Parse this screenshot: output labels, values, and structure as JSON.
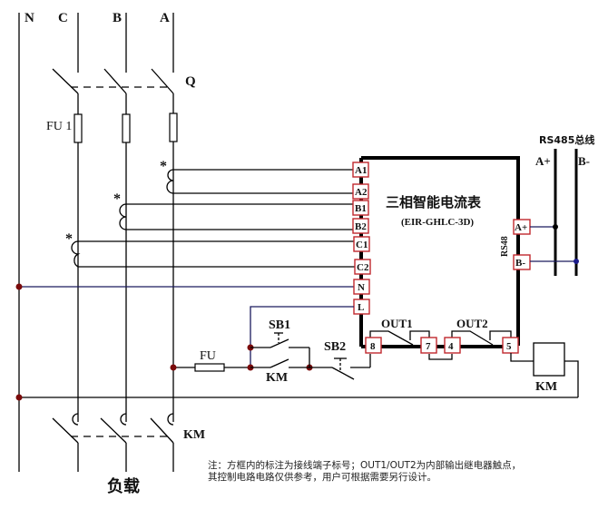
{
  "diagram": {
    "title": "三相智能电流表",
    "model": "(EIR-GHLC-3D)",
    "phases": [
      "N",
      "C",
      "B",
      "A"
    ],
    "breaker_label": "Q",
    "fuse_label_main": "FU 1",
    "fuse_label_ctrl": "FU",
    "ct_marker": "*",
    "meter_terminals": [
      "A1",
      "A2",
      "B1",
      "B2",
      "C1",
      "C2",
      "N",
      "L"
    ],
    "comm_label": "RS48",
    "comm_terminals": [
      "A+",
      "B-"
    ],
    "bus_title": "RS485总线",
    "bus_lines": [
      "A+",
      "B-"
    ],
    "output_terminals": [
      "8",
      "7",
      "4",
      "5"
    ],
    "outputs": [
      "OUT1",
      "OUT2"
    ],
    "buttons": [
      "SB1",
      "SB2"
    ],
    "contactor_aux_label": "KM",
    "contactor_coil_label": "KM",
    "contactor_main_label": "KM",
    "load_label": "负载",
    "note_line1": "注：方框内的标注为接线端子标号；OUT1/OUT2为内部输出继电器触点，",
    "note_line2": "其控制电路电路仅供参考，用户可根据需要另行设计。"
  }
}
